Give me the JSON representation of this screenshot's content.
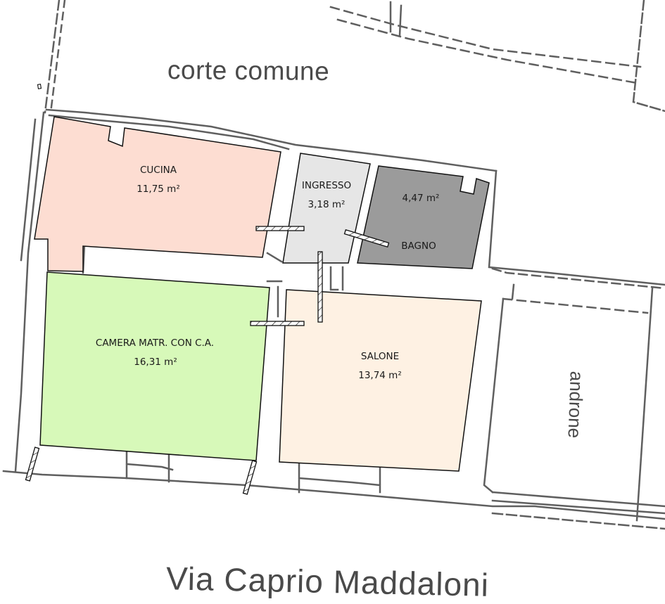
{
  "plan": {
    "type": "floor-plan",
    "surroundings": {
      "top_label": "corte comune",
      "bottom_label": "Via Caprio Maddaloni",
      "right_label": "androne"
    },
    "rooms": [
      {
        "id": "cucina",
        "name": "CUCINA",
        "area": "11,75 m²",
        "fill": "#FDDDD2"
      },
      {
        "id": "ingresso",
        "name": "INGRESSO",
        "area": "3,18 m²",
        "fill": "#E6E6E6"
      },
      {
        "id": "bagno",
        "name": "BAGNO",
        "area": "4,47 m²",
        "fill": "#9B9B9B"
      },
      {
        "id": "camera",
        "name": "CAMERA MATR. CON C.A.",
        "area": "16,31 m²",
        "fill": "#D7F9B9"
      },
      {
        "id": "salone",
        "name": "SALONE",
        "area": "13,74 m²",
        "fill": "#FEF1E3"
      }
    ],
    "colors": {
      "wall_line": "#5a5a5a",
      "room_outline": "#111111",
      "door": "#ffffff"
    }
  }
}
